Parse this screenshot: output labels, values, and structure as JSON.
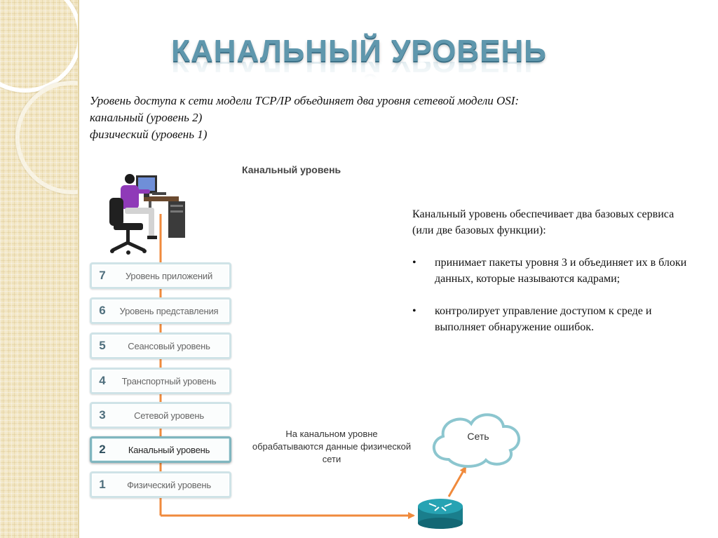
{
  "slide": {
    "title": "КАНАЛЬНЫЙ УРОВЕНЬ",
    "intro": [
      "Уровень доступа к сети модели TCP/IP объединяет два уровня сетевой модели OSI:",
      "канальный (уровень 2)",
      "физический (уровень 1)"
    ]
  },
  "diagram": {
    "title": "Канальный уровень",
    "layers": [
      {
        "num": "7",
        "label": "Уровень приложений"
      },
      {
        "num": "6",
        "label": "Уровень представления"
      },
      {
        "num": "5",
        "label": "Сеансовый уровень"
      },
      {
        "num": "4",
        "label": "Транспортный уровень"
      },
      {
        "num": "3",
        "label": "Сетевой уровень"
      },
      {
        "num": "2",
        "label": "Канальный уровень"
      },
      {
        "num": "1",
        "label": "Физический уровень"
      }
    ],
    "annotation": [
      "На канальном уровне",
      "обрабатываются данные физической",
      "сети"
    ],
    "cloud_label": "Сеть",
    "colors": {
      "arrow": "#f08a3c",
      "layer_border": "#cfe3e7",
      "router": "#1e8a98",
      "title": "#5f97ad"
    }
  },
  "description": {
    "intro": "Канальный уровень обеспечивает два базовых сервиса (или две базовых функции):",
    "bullet_symbol": "•",
    "bullets": [
      "принимает пакеты уровня 3 и объединяет их в блоки данных, которые называются кадрами;",
      "контролирует управление доступом к среде и выполняет обнаружение ошибок."
    ]
  }
}
